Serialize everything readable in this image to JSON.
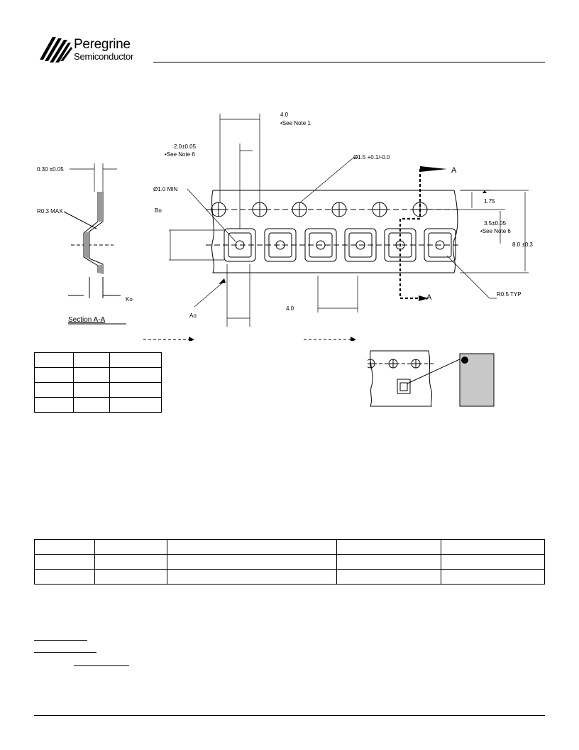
{
  "header": {
    "logo_line1": "Peregrine",
    "logo_line2": "Semiconductor"
  },
  "drawing": {
    "pitch_top": "4.0",
    "pitch_top_note": "•See Note 1",
    "sprocket_offset": "2.0±0.05",
    "sprocket_offset_note": "•See Note 6",
    "hole_dia": "Ø1.5 +0.1/-0.0",
    "thickness": "0.30 ±0.05",
    "min_hole": "Ø1.0 MIN",
    "radius_max": "R0.3 MAX",
    "bo": "Bo",
    "ko": "Ko",
    "ao": "Ao",
    "edge_dist": "1.75",
    "pocket_offset": "3.5±0.05",
    "pocket_offset_note": "•See Note 6",
    "tape_width": "8.0 ±0.3",
    "radius_typ": "R0.5 TYP",
    "pitch_bottom": "4.0",
    "section_marker_top": "A",
    "section_marker_bottom": "A",
    "section_title": "Section A-A"
  },
  "colors": {
    "pin1_fill": "#c8c8c8"
  }
}
